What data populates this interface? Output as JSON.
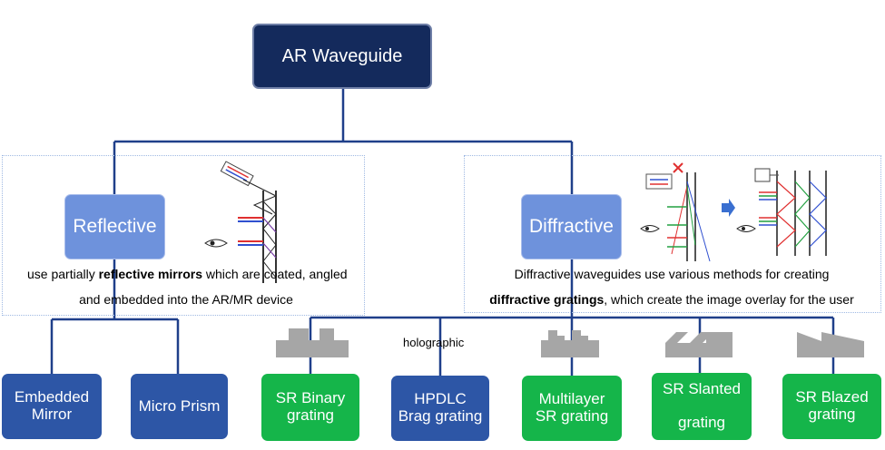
{
  "root": {
    "label": "AR Waveguide"
  },
  "reflective": {
    "label": "Reflective",
    "desc_pre": "use partially ",
    "desc_bold": "reflective mirrors",
    "desc_post": " which are coated, angled",
    "desc_line2": "and embedded into the AR/MR device"
  },
  "diffractive": {
    "label": "Diffractive",
    "desc_line1": "Diffractive waveguides use various methods for creating",
    "desc_bold": "diffractive gratings",
    "desc_post": ", which create the image overlay for the user"
  },
  "holographic_label": "holographic",
  "leaves": {
    "embedded_mirror": "Embedded\nMirror",
    "micro_prism": "Micro Prism",
    "sr_binary": "SR Binary\ngrating",
    "hpdlc": "HPDLC\nBrag grating",
    "multilayer": "Multilayer\nSR grating",
    "sr_slanted": "SR Slanted\n\ngrating",
    "sr_blazed": "SR Blazed\ngrating"
  },
  "colors": {
    "root": "#142a5c",
    "mid": "#6e92dc",
    "leaf_blue": "#2d56a6",
    "leaf_green": "#15b54a",
    "connector": "#1f3f8a",
    "grating_gray": "#a6a6a6"
  }
}
